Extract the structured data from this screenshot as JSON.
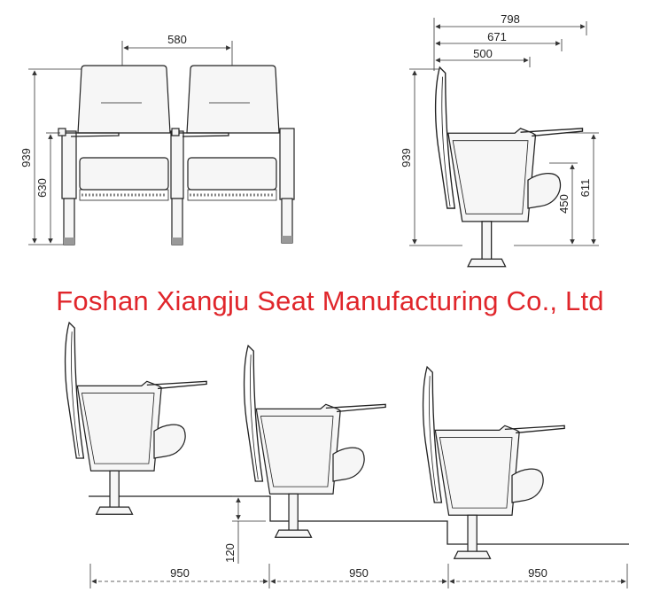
{
  "company": "Foshan Xiangju Seat Manufacturing Co., Ltd",
  "colors": {
    "company_text": "#e0262b",
    "lines": "#222222"
  },
  "front_view": {
    "seat_width": "580",
    "total_height": "939",
    "armrest_height": "630"
  },
  "side_view": {
    "depth_total": "798",
    "depth_open": "671",
    "depth_closed": "500",
    "total_height": "939",
    "seat_height": "450",
    "armrest_height": "611"
  },
  "row_layout": {
    "step_height": "120",
    "row_spacing": [
      "950",
      "950",
      "950"
    ]
  }
}
